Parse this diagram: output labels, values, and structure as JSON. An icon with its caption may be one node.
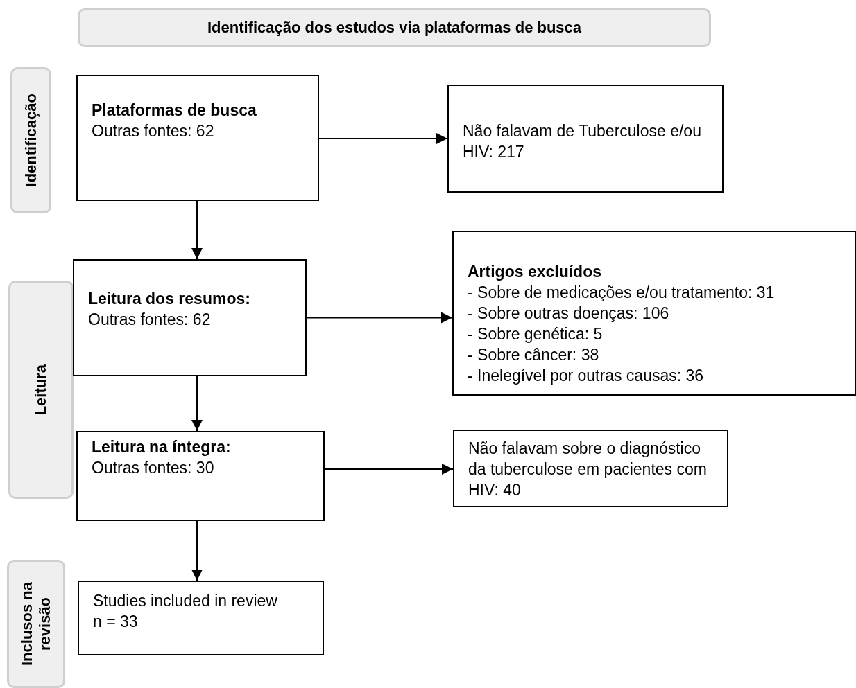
{
  "diagram": {
    "nodes": [
      {
        "text": [
          "Identificação dos estudos via plataformas de busca"
        ]
      },
      {
        "text": [
          "Identificação"
        ]
      },
      {
        "text": [
          "Plataformas de busca",
          "Outras fontes: 62"
        ]
      },
      {
        "text": [
          "Não falavam de Tuberculose e/ou HIV: 217"
        ]
      },
      {
        "text": [
          "Leitura"
        ]
      },
      {
        "text": [
          "Leitura dos resumos:",
          "Outras fontes: 62"
        ]
      },
      {
        "text": [
          "Artigos excluídos",
          "- Sobre de medicações e/ou tratamento: 31",
          "- Sobre outras doenças: 106",
          "- Sobre genética: 5",
          "- Sobre câncer: 38",
          "- Inelegível por outras causas: 36"
        ]
      },
      {
        "text": [
          "Leitura na íntegra:",
          "Outras fontes: 30"
        ]
      },
      {
        "text": [
          "Não falavam sobre o diagnóstico da tuberculose em pacientes com HIV: 40"
        ]
      },
      {
        "text": [
          "Inclusos na revisão"
        ]
      },
      {
        "text": [
          "Studies included in review",
          "n = 33"
        ]
      }
    ],
    "edges": [
      {
        "from": 2,
        "to": 3,
        "arrow": "to"
      },
      {
        "from": 2,
        "to": 5,
        "arrow": "to"
      },
      {
        "from": 5,
        "to": 6,
        "arrow": "to"
      },
      {
        "from": 5,
        "to": 7,
        "arrow": "to"
      },
      {
        "from": 7,
        "to": 8,
        "arrow": "to"
      },
      {
        "from": 7,
        "to": 10,
        "arrow": "to"
      }
    ]
  }
}
